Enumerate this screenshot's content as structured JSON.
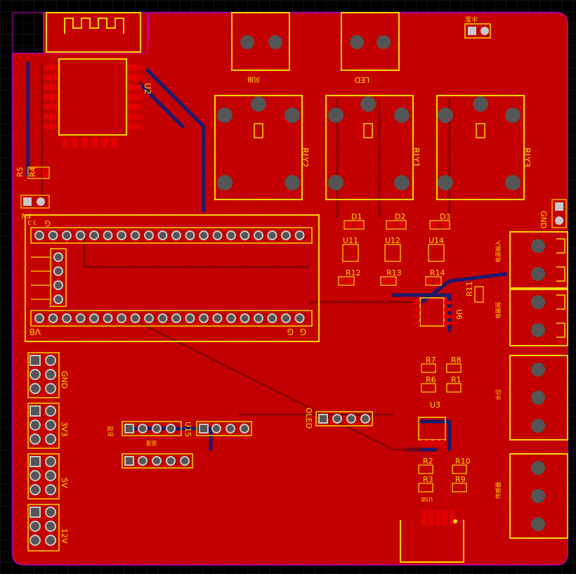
{
  "colors": {
    "background": "#000000",
    "grid": "#3a3a3a",
    "copper_top": "#d40000",
    "copper_bottom": "#1a1a6e",
    "silkscreen": "#ffd400",
    "pad": "#c8c8c8",
    "board_outline": "#c000c0"
  },
  "labels": {
    "u2": "U2",
    "relay_mid": "LED",
    "relay_left_top": "风扇",
    "relay_right_top": "水泵",
    "rly2": "RLY2",
    "rly1": "RLY1",
    "rly3": "RLY3",
    "r5": "R5",
    "r4": "R4",
    "fn": "FN",
    "gnd_right": "GND",
    "d1": "D1",
    "d2": "D2",
    "d3": "D3",
    "u11": "U11",
    "u12": "U12",
    "u14": "U14",
    "r12": "R12",
    "r13": "R13",
    "r14": "R14",
    "r11": "R11",
    "u6": "U6",
    "conn1": "电源输入",
    "conn2": "电磁阀",
    "conn3": "水位",
    "conn4": "传感器",
    "header_top_left": "G",
    "header_top_3v3": "3.3",
    "header_bot_left": "VB",
    "header_bot_g1": "G",
    "header_bot_g2": "G",
    "r7": "R7",
    "r8": "R8",
    "r6": "R6",
    "r1": "R1",
    "u3": "U3",
    "r2": "R2",
    "r10": "R10",
    "r3": "R3",
    "r9": "R9",
    "usb": "USB",
    "gnd_block": "GND",
    "v33_block": "3V3",
    "v5_block": "5V",
    "v12_block": "12V",
    "oled": "OLED",
    "u15": "U15",
    "bt": "蓝牙",
    "hx": "温湿"
  }
}
